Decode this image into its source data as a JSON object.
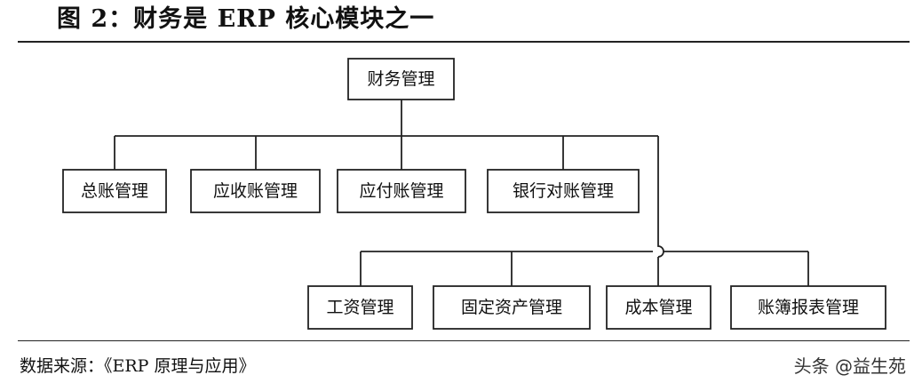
{
  "title": "图 2：财务是 ERP 核心模块之一",
  "diagram": {
    "root": "财务管理",
    "row1": [
      "总账管理",
      "应收账管理",
      "应付账管理",
      "银行对账管理"
    ],
    "row2": [
      "工资管理",
      "固定资产管理",
      "成本管理",
      "账簿报表管理"
    ]
  },
  "source": "数据来源：《ERP 原理与应用》",
  "watermark": "头条 @益生苑"
}
